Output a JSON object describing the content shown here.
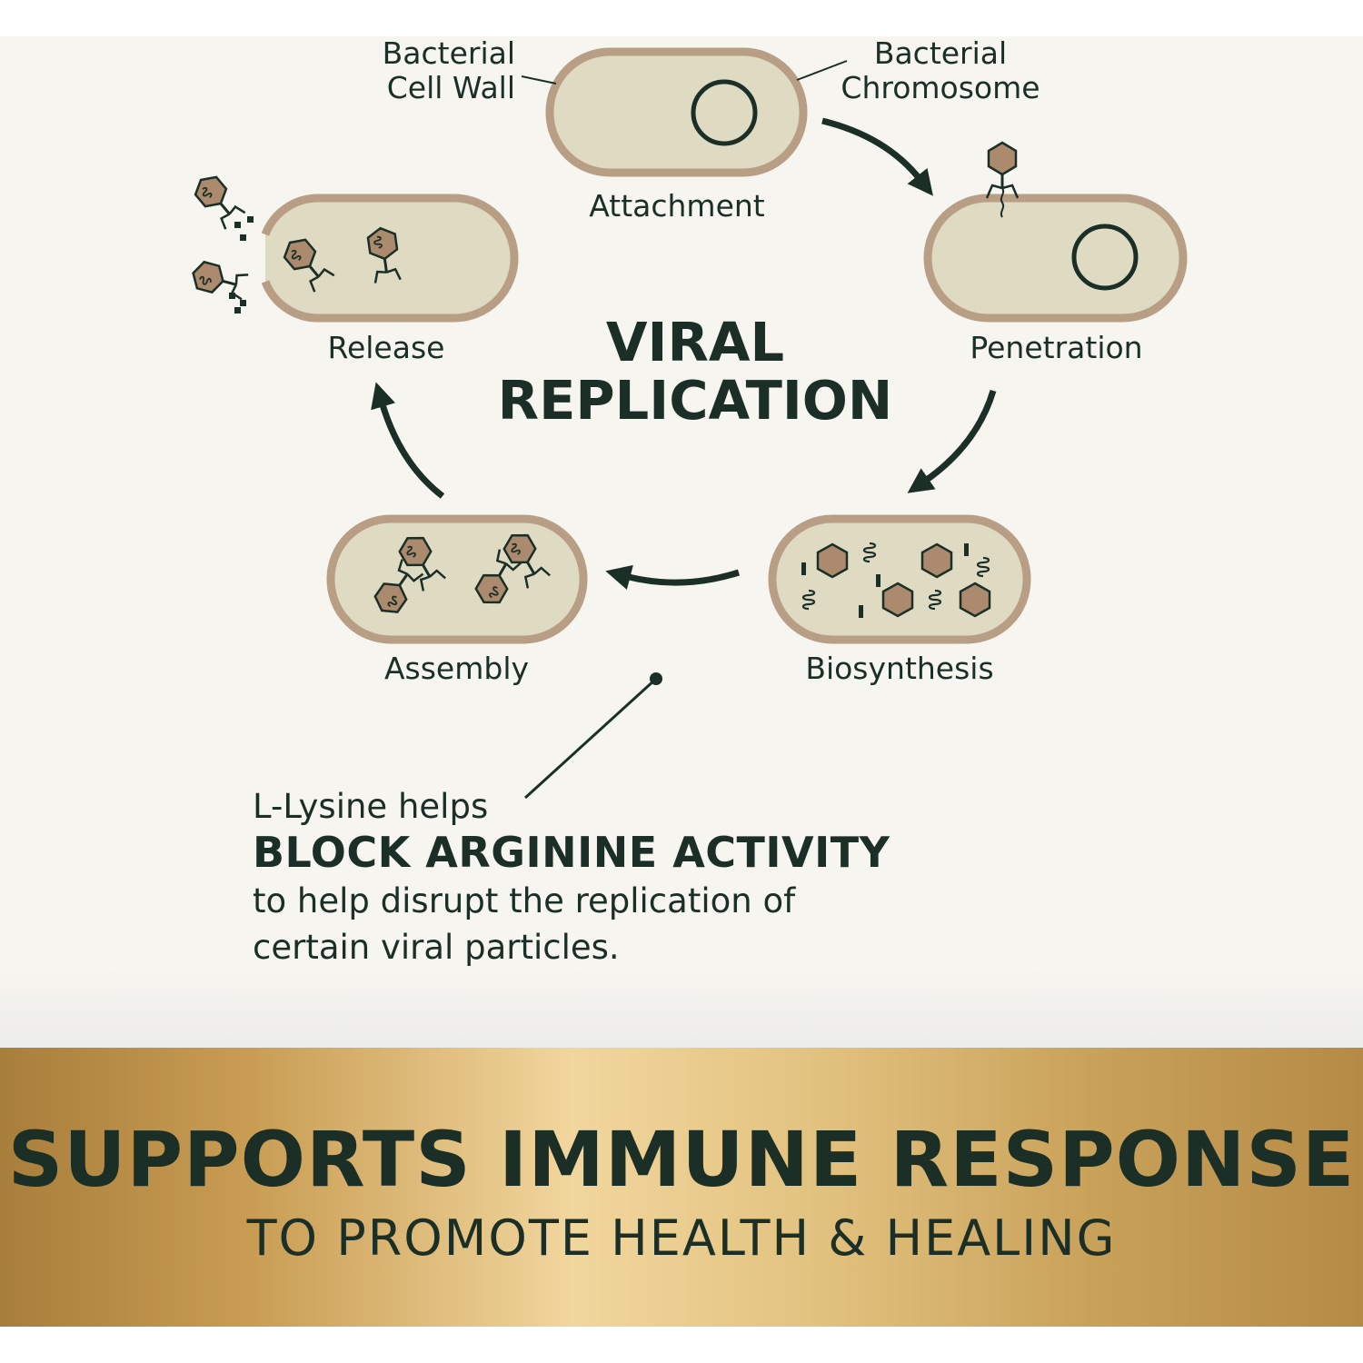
{
  "labels": {
    "cell_wall": "Bacterial\nCell Wall",
    "chromosome": "Bacterial\nChromosome",
    "attachment": "Attachment",
    "penetration": "Penetration",
    "biosynthesis": "Biosynthesis",
    "assembly": "Assembly",
    "release": "Release"
  },
  "center_title": "VIRAL\nREPLICATION",
  "info": {
    "lead": "L-Lysine helps",
    "strong": "BLOCK ARGININE ACTIVITY",
    "desc": "to help disrupt the replication of\ncertain viral particles."
  },
  "banner": {
    "title": "SUPPORTS IMMUNE RESPONSE",
    "subtitle": "TO PROMOTE HEALTH & HEALING"
  },
  "colors": {
    "dark_green": "#1b2f27",
    "cell_fill": "#dedbc2",
    "cell_border": "#b99e86",
    "phage_fill": "#ab8a6d",
    "background": "#f6f5ef",
    "gold": "#e2c27f"
  }
}
